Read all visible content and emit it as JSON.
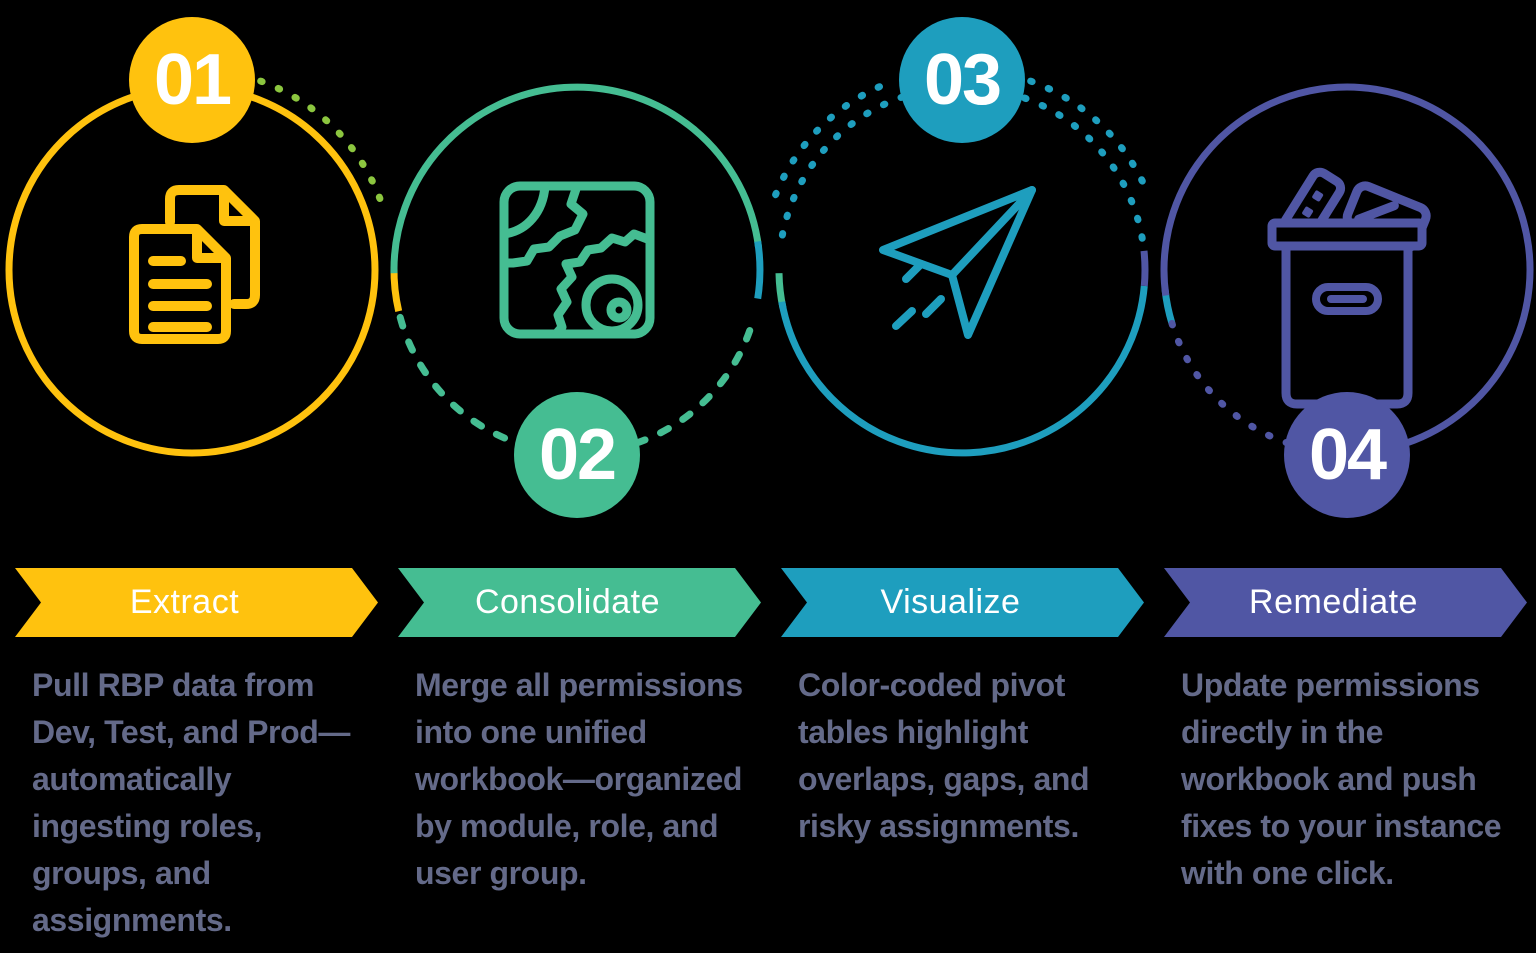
{
  "colors": {
    "background": "#000000",
    "text": "#646A89",
    "badge_number": "#FFFFFF",
    "banner_label": "#FFFFFF",
    "first_connector_dots": "#8CC63F",
    "connector_dots": "#1E9EBE"
  },
  "steps": [
    {
      "number": "01",
      "label": "Extract",
      "color": "#FFC20E",
      "icon": "copy-documents-icon",
      "description": "Pull RBP data from\nDev, Test, and Prod—\nautomatically\ningesting roles,\ngroups, and\nassignments."
    },
    {
      "number": "02",
      "label": "Consolidate",
      "color": "#45BD92",
      "icon": "map-gear-icon",
      "description": "Merge all permissions\ninto one unified\nworkbook—organized\nby module, role, and\nuser group."
    },
    {
      "number": "03",
      "label": "Visualize",
      "color": "#1E9EBE",
      "icon": "paper-plane-icon",
      "description": "Color-coded pivot\ntables highlight\noverlaps, gaps, and\nrisky assignments."
    },
    {
      "number": "04",
      "label": "Remediate",
      "color": "#5056A4",
      "icon": "archive-box-icon",
      "description": "Update permissions\ndirectly in the\nworkbook and push\nfixes to your instance\nwith one click."
    }
  ]
}
